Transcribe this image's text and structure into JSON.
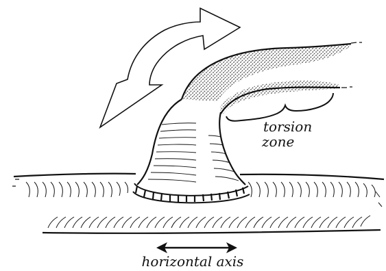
{
  "labels": {
    "torsion_zone_line1": "torsion",
    "torsion_zone_line2": "zone",
    "horizontal_axis": "horizontal axis"
  },
  "colors": {
    "ink": "#111111",
    "stipple": "#333333",
    "background": "#ffffff"
  }
}
